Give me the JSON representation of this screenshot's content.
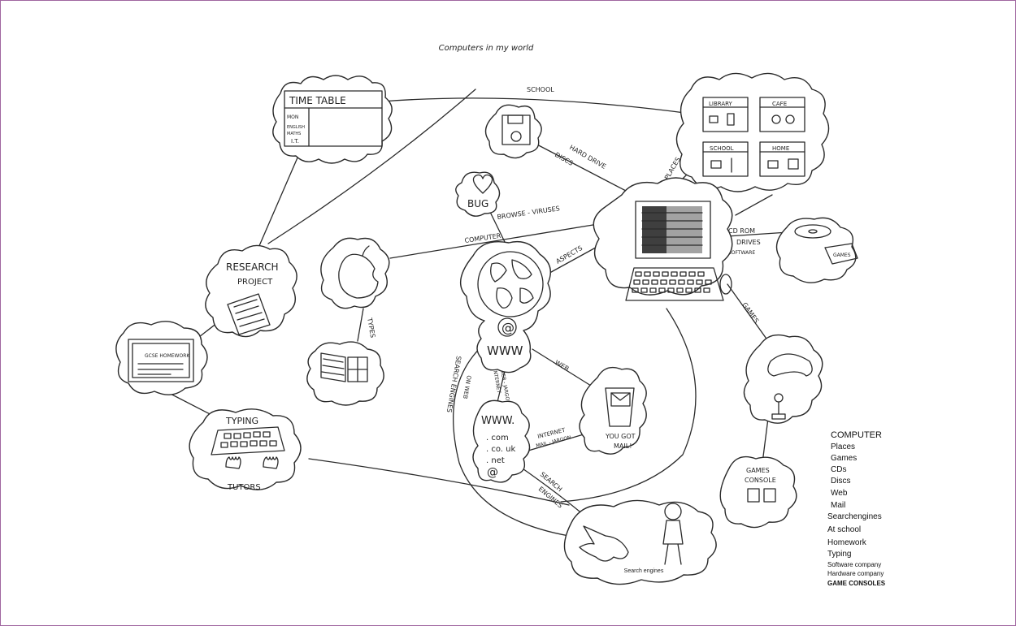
{
  "title": "Computers in my world",
  "timetable": {
    "heading": "TIME TABLE",
    "rows": [
      "MON",
      "ENGLISH",
      "MATHS",
      "I.T."
    ]
  },
  "places": {
    "cells": [
      "LIBRARY",
      "CAFE",
      "SCHOOL",
      "HOME"
    ]
  },
  "research": {
    "line1": "RESEARCH",
    "line2": "PROJECT"
  },
  "homework": {
    "label": "GCSE HOMEWORK"
  },
  "typing": {
    "top": "TYPING",
    "bottom": "TUTORS"
  },
  "bug": {
    "label": "BUG"
  },
  "www": {
    "label": "WWW",
    "at": "@"
  },
  "domains": {
    "lines": [
      "WWW.",
      ". com",
      ". co. uk",
      ". net"
    ],
    "at": "@"
  },
  "mail": {
    "line1": "YOU GOT",
    "line2": "MAIL!"
  },
  "games_console": {
    "line1": "GAMES",
    "line2": "CONSOLE"
  },
  "cd": {
    "label": "GAMES"
  },
  "search_caption": "Search engines",
  "connector_labels": {
    "school": "SCHOOL",
    "hard_drive": "HARD DRIVE",
    "discs": "DISCS",
    "places": "PLACES",
    "browse": "BROWSE - VIRUSES",
    "computer": "COMPUTER",
    "aspects": "ASPECTS",
    "cd_rom": "CD  ROM",
    "drives": "DRIVES",
    "software": "SOFTWARE",
    "games": "GAMES",
    "types": "TYPES",
    "web": "WEB",
    "internet_web": "INTERNET",
    "web_jargon": "WEB - JARGON",
    "internet_mail": "INTERNET",
    "mail_jargon": "MAIL - JARGON",
    "search": "SEARCH",
    "engines": "ENGINES",
    "search_engines_web1": "SEARCH ENGINES",
    "search_engines_web2": "ON WEB"
  },
  "legend": [
    "COMPUTER",
    "Places",
    "Games",
    "CDs",
    "Discs",
    "Web",
    "Mail",
    "Searchengines",
    "At school",
    "Homework",
    "Typing",
    "Software company",
    "Hardware company",
    "GAME CONSOLES"
  ]
}
